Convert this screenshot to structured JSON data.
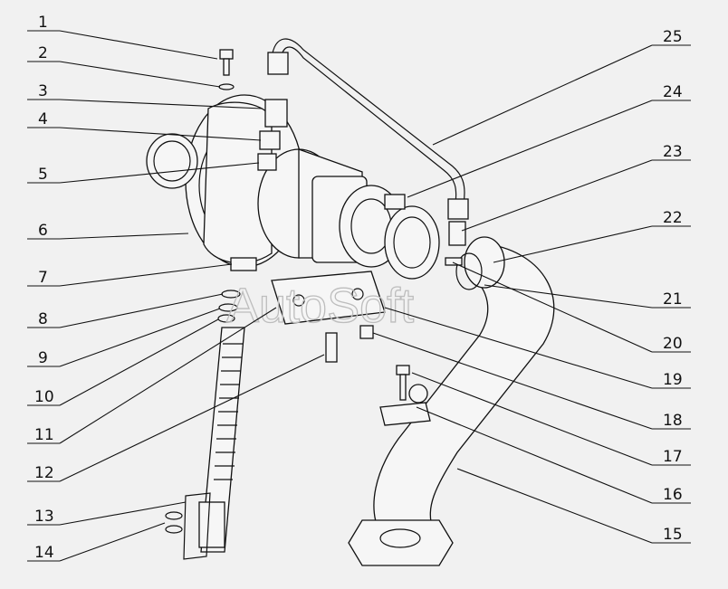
{
  "diagram": {
    "watermark": "AutoSoft",
    "callouts_left": [
      "1",
      "2",
      "3",
      "4",
      "5",
      "6",
      "7",
      "8",
      "9",
      "10",
      "11",
      "12",
      "13",
      "14"
    ],
    "callouts_right": [
      "25",
      "24",
      "23",
      "22",
      "21",
      "20",
      "19",
      "18",
      "17",
      "16",
      "15"
    ]
  }
}
